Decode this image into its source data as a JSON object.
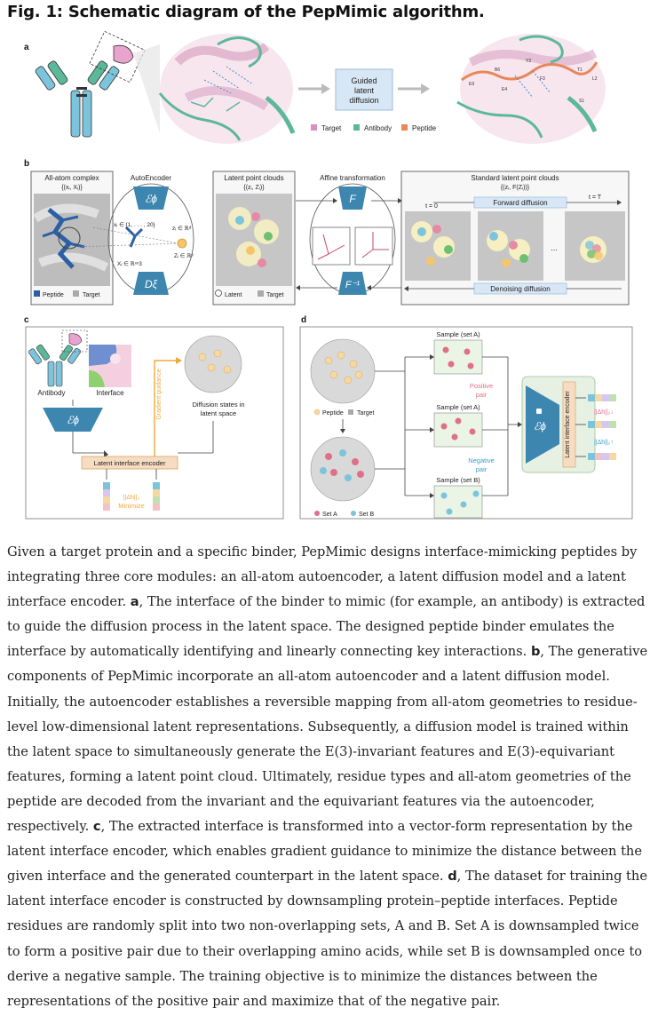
{
  "figure": {
    "title": "Fig. 1: Schematic diagram of the PepMimic algorithm.",
    "panel_a": {
      "label": "a",
      "process_box": [
        "Guided",
        "latent",
        "diffusion"
      ],
      "legend": [
        "Target",
        "Antibody",
        "Peptide"
      ],
      "residue_labels": [
        "B6",
        "Y2",
        "E9",
        "E4",
        "F3",
        "T1",
        "L2",
        "S1"
      ]
    },
    "panel_b": {
      "label": "b",
      "all_atom_title": "All-atom complex",
      "all_atom_sub": "{(xᵢ, Xᵢ)}",
      "autoencoder_title": "AutoEncoder",
      "encoder_symbol": "ℰϕ",
      "decoder_symbol": "Dξ",
      "xi_range": "xᵢ ∈ {1, . . . , 20}",
      "Xi_space": "Xᵢ ∈ ℝⁿˣ3",
      "zi_space": "zᵢ ∈ ℝᵈ",
      "Zi_space": "Zᵢ ∈ ℝ³",
      "latent_title": "Latent point clouds",
      "latent_sub": "{(zᵢ, Zᵢ)}",
      "affine_title": "Affine transformation",
      "F_symbol": "F",
      "Finv_symbol": "F⁻¹",
      "standard_title": "Standard latent point clouds",
      "standard_sub": "{(zᵢ, F(Zᵢ))}",
      "t0": "t = 0",
      "tT": "t = T",
      "forward": "Forward diffusion",
      "denoising": "Denoising diffusion",
      "ellipsis": "...",
      "legend_left": [
        "Peptide",
        "Target"
      ],
      "legend_mid": [
        "Latent",
        "Target"
      ]
    },
    "panel_c": {
      "label": "c",
      "antibody": "Antibody",
      "interface": "Interface",
      "encoder_symbol": "ℰϕ",
      "gradient": "Gradient guidance",
      "diffusion_states": "Diffusion states in latent space",
      "lie": "Latent interface encoder",
      "norm": "||Δh||₂",
      "minimize": "Minimize"
    },
    "panel_d": {
      "label": "d",
      "sample_a1": "Sample (set A)",
      "sample_a2": "Sample (set A)",
      "sample_b": "Sample (set B)",
      "positive": "Positive pair",
      "negative": "Negative pair",
      "encoder_symbol": "ℰϕ",
      "lie": "Latent interface encoder",
      "norm_down": "||Δh||₂↓",
      "norm_up": "||Δh||₂↑",
      "legend_top": [
        "Peptide",
        "Target"
      ],
      "legend_bottom": [
        "Set A",
        "Set B"
      ]
    }
  },
  "caption": {
    "intro": "Given a target protein and a specific binder, PepMimic designs interface-mimicking peptides by integrating three core modules: an all-atom autoencoder, a latent diffusion model and a latent interface encoder. ",
    "a_label": "a",
    "a_text": ", The interface of the binder to mimic (for example, an antibody) is extracted to guide the diffusion process in the latent space. The designed peptide binder emulates the interface by automatically identifying and linearly connecting key interactions. ",
    "b_label": "b",
    "b_text": ", The generative components of PepMimic incorporate an all-atom autoencoder and a latent diffusion model. Initially, the autoencoder establishes a reversible mapping from all-atom geometries to residue-level low-dimensional latent representations. Subsequently, a diffusion model is trained within the latent space to simultaneously generate the E(3)-invariant features and E(3)-equivariant features, forming a latent point cloud. Ultimately, residue types and all-atom geometries of the peptide are decoded from the invariant and the equivariant features via the autoencoder, respectively. ",
    "c_label": "c",
    "c_text": ", The extracted interface is transformed into a vector-form representation by the latent interface encoder, which enables gradient guidance to minimize the distance between the given interface and the generated counterpart in the latent space. ",
    "d_label": "d",
    "d_text": ", The dataset for training the latent interface encoder is constructed by downsampling protein–peptide interfaces. Peptide residues are randomly split into two non-overlapping sets, A and B. Set A is downsampled twice to form a positive pair due to their overlapping amino acids, while set B is downsampled once to derive a negative sample. The training objective is to minimize the distances between the representations of the positive pair and maximize that of the negative pair."
  },
  "colors": {
    "target": "#d88fc4",
    "antibody": "#5cb89a",
    "peptide": "#e8875a",
    "light_blue": "#7cc3dc",
    "encoder": "#3d86b0",
    "lie_box": "#f6ddc2",
    "guidance": "#f0a93a"
  }
}
